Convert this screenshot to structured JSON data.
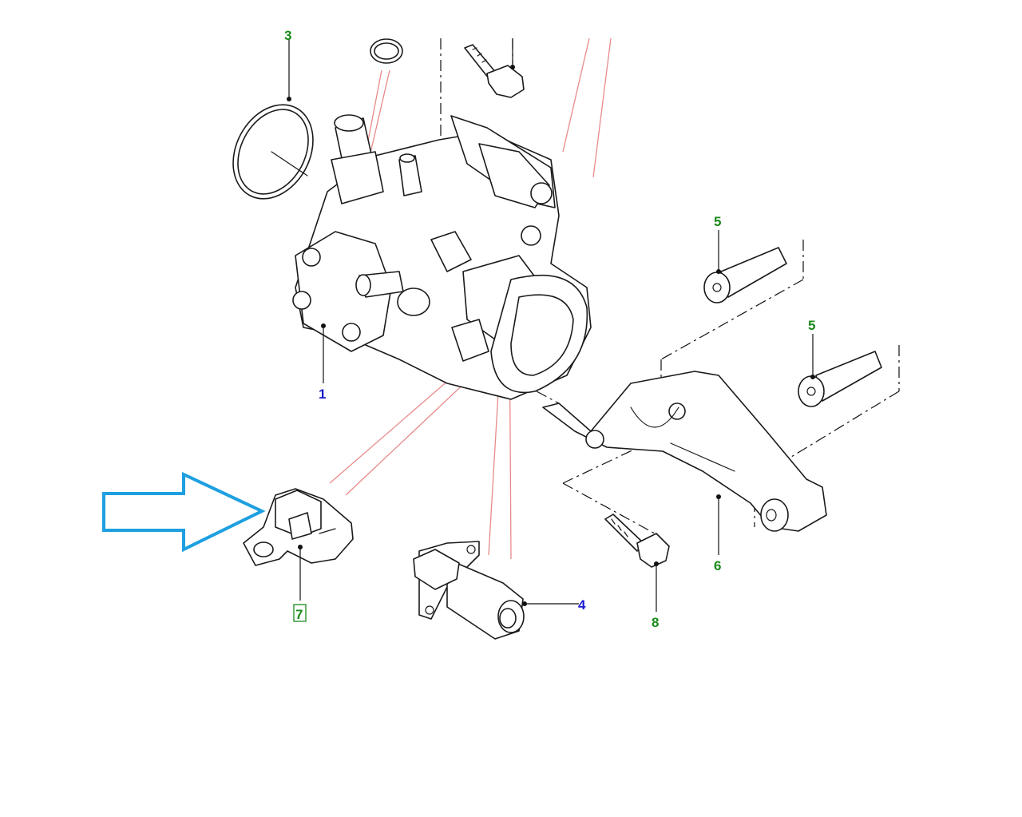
{
  "callouts": {
    "c1": {
      "label": "1",
      "color": "#1a1ad0"
    },
    "c3": {
      "label": "3",
      "color": "#1a8a1a"
    },
    "c4": {
      "label": "4",
      "color": "#1a1ad0"
    },
    "c5a": {
      "label": "5",
      "color": "#1a8a1a"
    },
    "c5b": {
      "label": "5",
      "color": "#1a8a1a"
    },
    "c6": {
      "label": "6",
      "color": "#1a8a1a"
    },
    "c7": {
      "label": "7",
      "color": "#1a8a1a"
    },
    "c8": {
      "label": "8",
      "color": "#1a8a1a"
    }
  },
  "highlight_color": "#1ea0e0",
  "leader_color_primary": "#111111",
  "leader_color_secondary": "#e88a8a"
}
